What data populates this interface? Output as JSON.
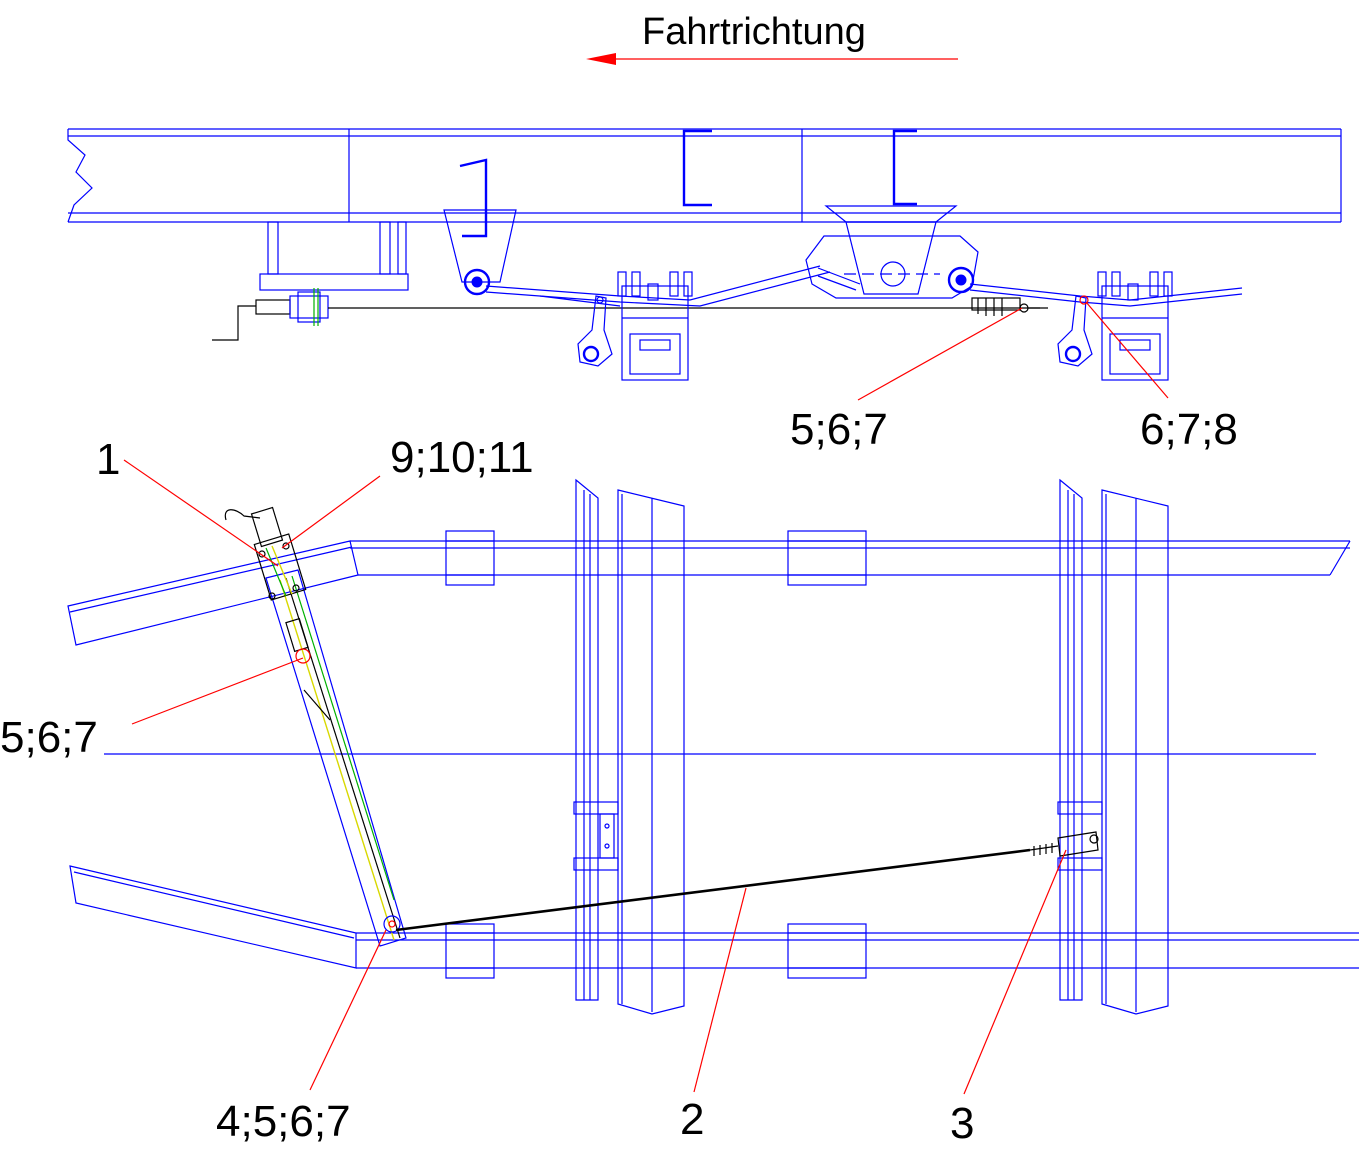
{
  "title": "Fahrtrichtung",
  "colors": {
    "construction": "#0000ff",
    "leader": "#ff0000",
    "cable": "#000000",
    "cable_highlight": "#d8d800",
    "arrow": "#ff0000",
    "text": "#000000"
  },
  "labels": {
    "side_5_6_7": "5;6;7",
    "side_6_7_8": "6;7;8",
    "l1": "1",
    "l9_10_11": "9;10;11",
    "l5_6_7": "5;6;7",
    "l4_5_6_7": "4;5;6;7",
    "l2": "2",
    "l3": "3"
  }
}
